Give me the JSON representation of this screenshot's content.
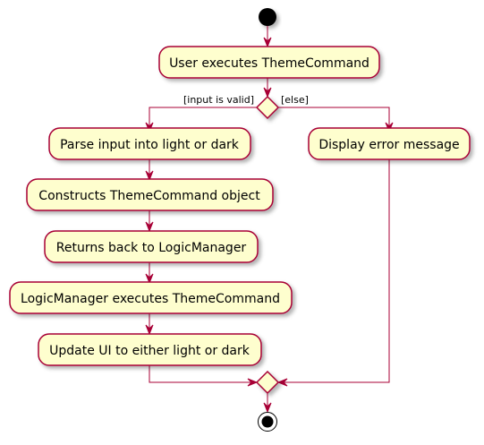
{
  "diagram": {
    "type": "activity",
    "colors": {
      "activity_fill": "#FEFECE",
      "border": "#A80036",
      "node": "#000000",
      "text": "#000000"
    },
    "activities": {
      "user_executes": "User executes ThemeCommand",
      "parse_input": "Parse input into light or dark",
      "construct_command": "Constructs ThemeCommand object",
      "return_logic": "Returns back to LogicManager",
      "logic_executes": "LogicManager executes ThemeCommand",
      "update_ui": "Update UI to either light or dark",
      "display_error": "Display error message"
    },
    "guards": {
      "valid": "[input is valid]",
      "else": "[else]"
    }
  }
}
